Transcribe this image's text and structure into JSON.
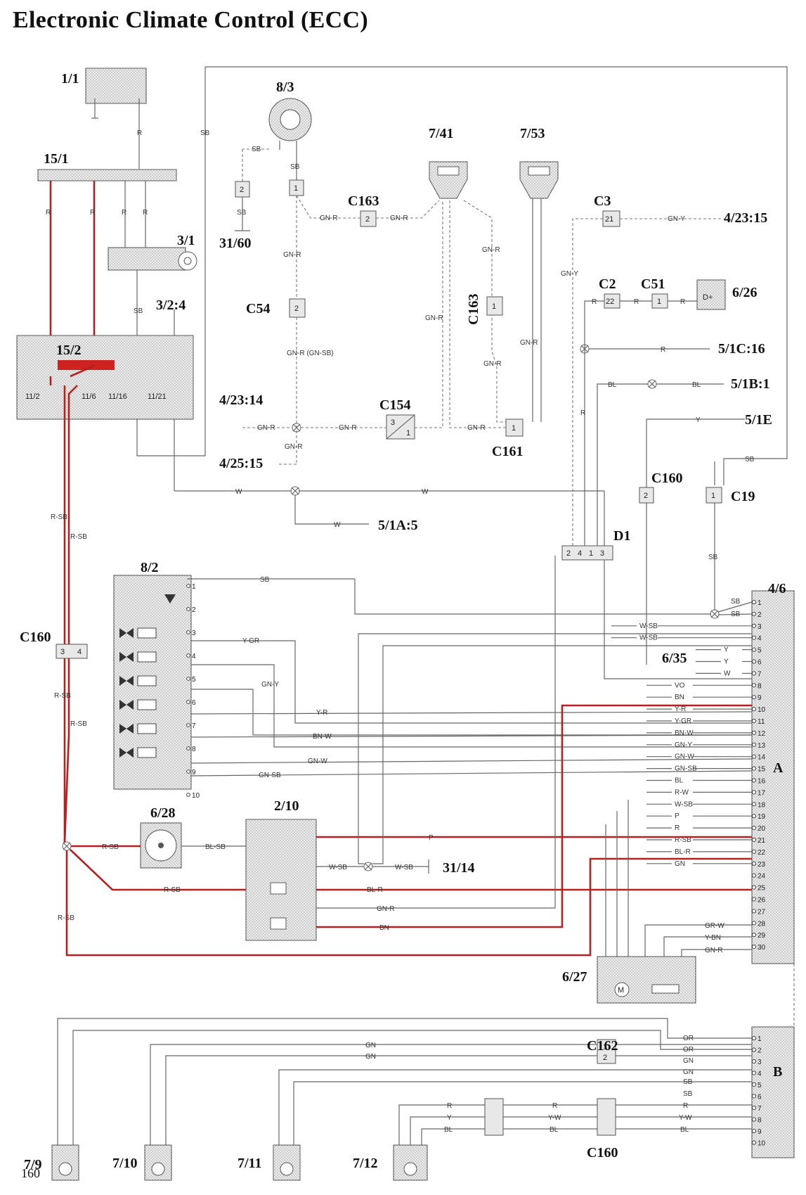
{
  "title": "Electronic Climate Control (ECC)",
  "page_number": "160",
  "components": [
    "1/1",
    "15/1",
    "3/1",
    "3/2:4",
    "15/2",
    "8/3",
    "31/60",
    "C54",
    "C163",
    "7/41",
    "7/53",
    "C163",
    "C3",
    "C2",
    "C51",
    "6/26",
    "4/23:15",
    "5/1C:16",
    "5/1B:1",
    "5/1E",
    "4/23:14",
    "4/25:15",
    "C154",
    "C161",
    "C160",
    "C19",
    "5/1A:5",
    "D1",
    "4/6",
    "8/2",
    "C160",
    "6/35",
    "6/28",
    "2/10",
    "31/14",
    "6/27",
    "C162",
    "C160",
    "7/9",
    "7/10",
    "7/11",
    "7/12"
  ],
  "connector_groups": {
    "A": "A",
    "B": "B"
  },
  "fuse_labels": [
    "11/2",
    "11/6",
    "11/16",
    "11/21"
  ],
  "wire_labels": {
    "r": "R",
    "sb": "SB",
    "gnr": "GN-R",
    "gnrsb": "GN-R (GN-SB)",
    "gny": "GN-Y",
    "w": "W",
    "rsb": "R-SB",
    "bl": "BL",
    "y": "Y",
    "ygr": "Y-GR",
    "yr": "Y-R",
    "bnw": "BN-W",
    "gnw": "GN-W",
    "gnsb": "GN-SB",
    "wsb": "W-SB",
    "vo": "VO",
    "bn": "BN",
    "rw": "R-W",
    "p": "P",
    "blr": "BL-R",
    "gn": "GN",
    "grw": "GR-W",
    "ybn": "Y-BN",
    "or": "OR",
    "yw": "Y-W",
    "blsb": "BL-SB"
  },
  "pins_A": [
    "1",
    "2",
    "3",
    "4",
    "5",
    "6",
    "7",
    "8",
    "9",
    "10",
    "11",
    "12",
    "13",
    "14",
    "15",
    "16",
    "17",
    "18",
    "19",
    "20",
    "21",
    "22",
    "23",
    "24",
    "25",
    "26",
    "27",
    "28",
    "29",
    "30"
  ],
  "pins_B": [
    "1",
    "2",
    "3",
    "4",
    "5",
    "6",
    "7",
    "8",
    "9",
    "10"
  ],
  "colors": {
    "power_wire": "#b52020",
    "wire": "#666666",
    "fill": "#e8e8e8"
  }
}
